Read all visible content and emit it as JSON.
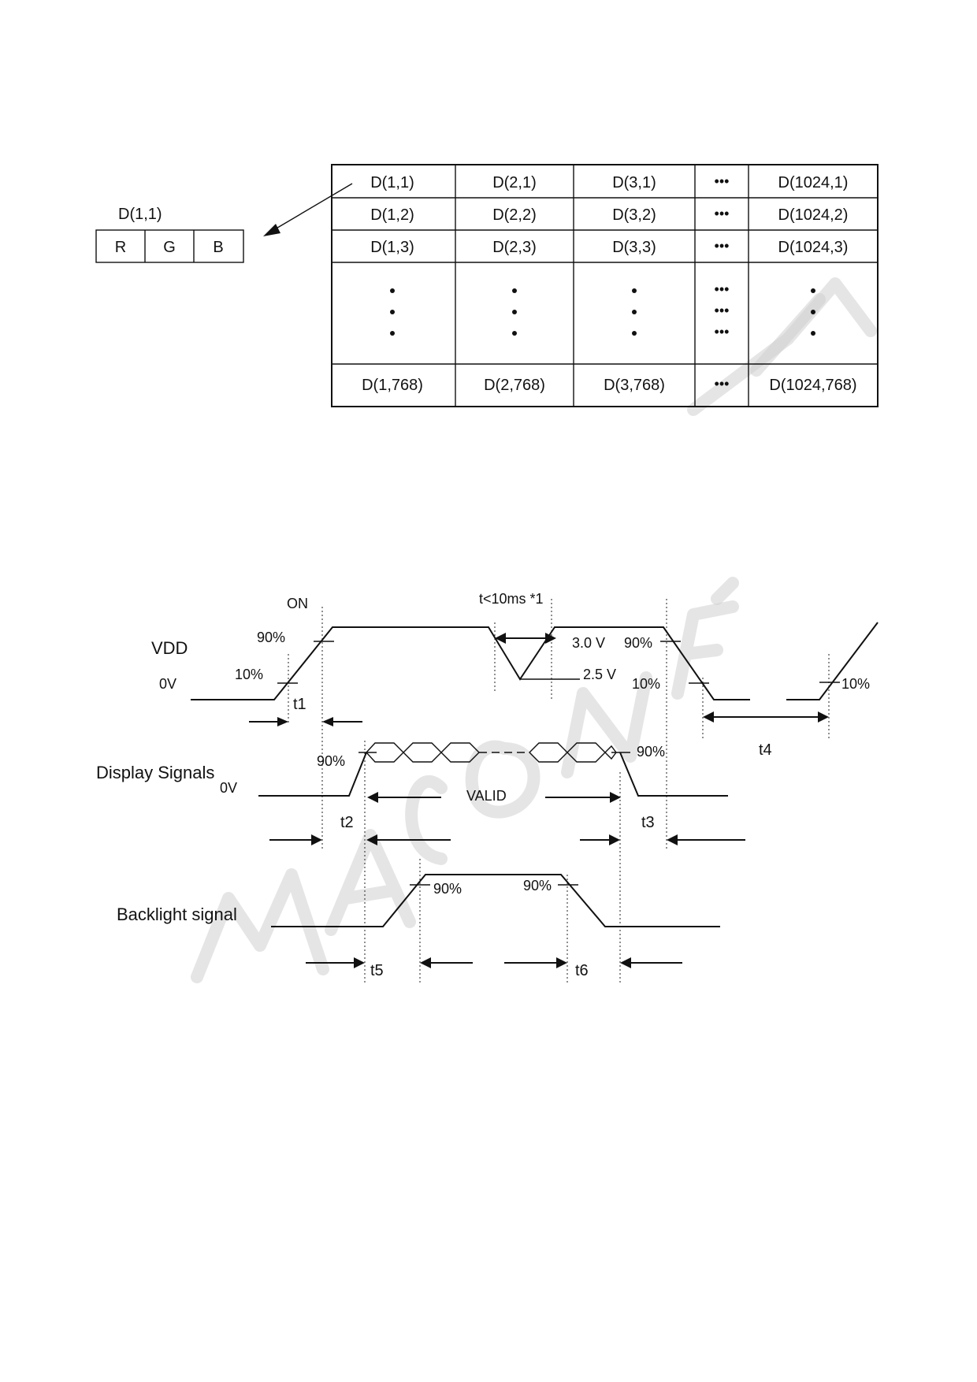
{
  "pixel_detail": {
    "label": "D(1,1)",
    "channels": [
      "R",
      "G",
      "B"
    ]
  },
  "frame_table": {
    "rows": [
      [
        "D(1,1)",
        "D(2,1)",
        "D(3,1)",
        "•••",
        "D(1024,1)"
      ],
      [
        "D(1,2)",
        "D(2,2)",
        "D(3,2)",
        "•••",
        "D(1024,2)"
      ],
      [
        "D(1,3)",
        "D(2,3)",
        "D(3,3)",
        "•••",
        "D(1024,3)"
      ],
      [
        "D(1,768)",
        "D(2,768)",
        "D(3,768)",
        "•••",
        "D(1024,768)"
      ]
    ],
    "ellipsis_col": "•••"
  },
  "timing": {
    "vdd_label": "VDD",
    "on_label": "ON",
    "zero_v": "0V",
    "pct_90": "90%",
    "pct_10": "10%",
    "t_limit": "t<10ms *1",
    "v_30": "3.0 V",
    "v_25": "2.5 V",
    "t1": "t1",
    "t2": "t2",
    "t3": "t3",
    "t4": "t4",
    "t5": "t5",
    "t6": "t6",
    "display_label": "Display Signals",
    "display_zero": "0V",
    "valid_label": "VALID",
    "backlight_label": "Backlight signal"
  }
}
